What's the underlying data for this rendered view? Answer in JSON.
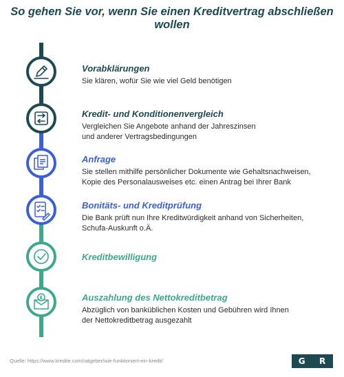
{
  "title": "So gehen Sie vor, wenn Sie einen Kreditvertrag abschließen wollen",
  "steps": [
    {
      "title": "Vorabklärungen",
      "desc": [
        "Sie klären, wofür Sie wie viel Geld benötigen"
      ],
      "icon": "pencil-icon",
      "color": "#1d4a52"
    },
    {
      "title": "Kredit- und Konditionenvergleich",
      "desc": [
        "Vergleichen Sie Angebote anhand der Jahreszinsen",
        "und anderer Vertragsbedingungen"
      ],
      "icon": "compare-arrows-icon",
      "color": "#1d4a52"
    },
    {
      "title": "Anfrage",
      "desc": [
        "Sie stellen mithilfe persönlicher Dokumente wie Gehaltsnachweisen,",
        "Kopie des Personalausweises etc. einen Antrag bei Ihrer Bank"
      ],
      "icon": "documents-icon",
      "color": "#3a5fd6"
    },
    {
      "title": "Bonitäts- und Kreditprüfung",
      "desc": [
        "Die Bank prüft nun Ihre Kreditwürdigkeit anhand von Sicherheiten,",
        "Schufa-Auskunft o.Ä."
      ],
      "icon": "checklist-icon",
      "color": "#3a5fd6"
    },
    {
      "title": "Kreditbewilligung",
      "desc": [],
      "icon": "checkmark-icon",
      "color": "#3fa78a"
    },
    {
      "title": "Auszahlung des Nettokreditbetrag",
      "desc": [
        "Abzüglich von banküblichen Kosten und Gebühren wird Ihnen",
        "der Nettokreditbetrag ausgezahlt"
      ],
      "icon": "money-envelope-icon",
      "color": "#3fa78a"
    }
  ],
  "source": "Quelle: https://www.kredite.com/ratgeber/wie-funktioniert-ein-kredit/",
  "logo": {
    "left": "G",
    "right": "R"
  }
}
